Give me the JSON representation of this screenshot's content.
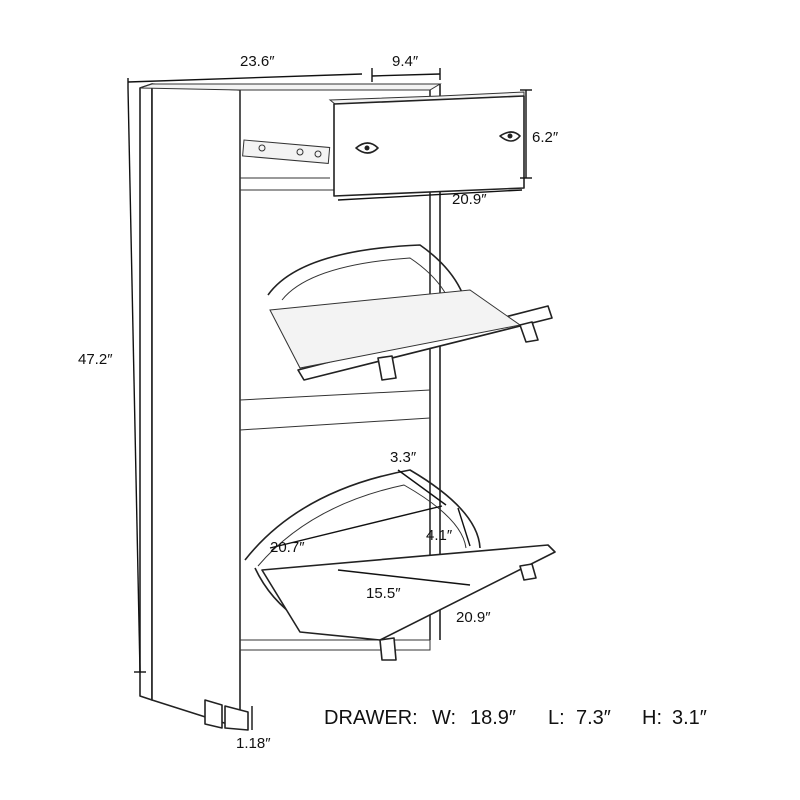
{
  "dimensions": {
    "width": "23.6″",
    "depth": "9.4″",
    "height": "47.2″",
    "drawer_front_height": "6.2″",
    "drawer_front_width": "20.9″",
    "flap_depth": "3.3″",
    "flap_inner_width": "20.7″",
    "flap_curve": "4.1″",
    "flap_inner_length": "15.5″",
    "flap_front_width": "20.9″",
    "leg_height": "1.18″"
  },
  "drawer_caption": {
    "label": "DRAWER:",
    "w_label": "W:",
    "w_value": "18.9″",
    "l_label": "L:",
    "l_value": "7.3″",
    "h_label": "H:",
    "h_value": "3.1″"
  }
}
